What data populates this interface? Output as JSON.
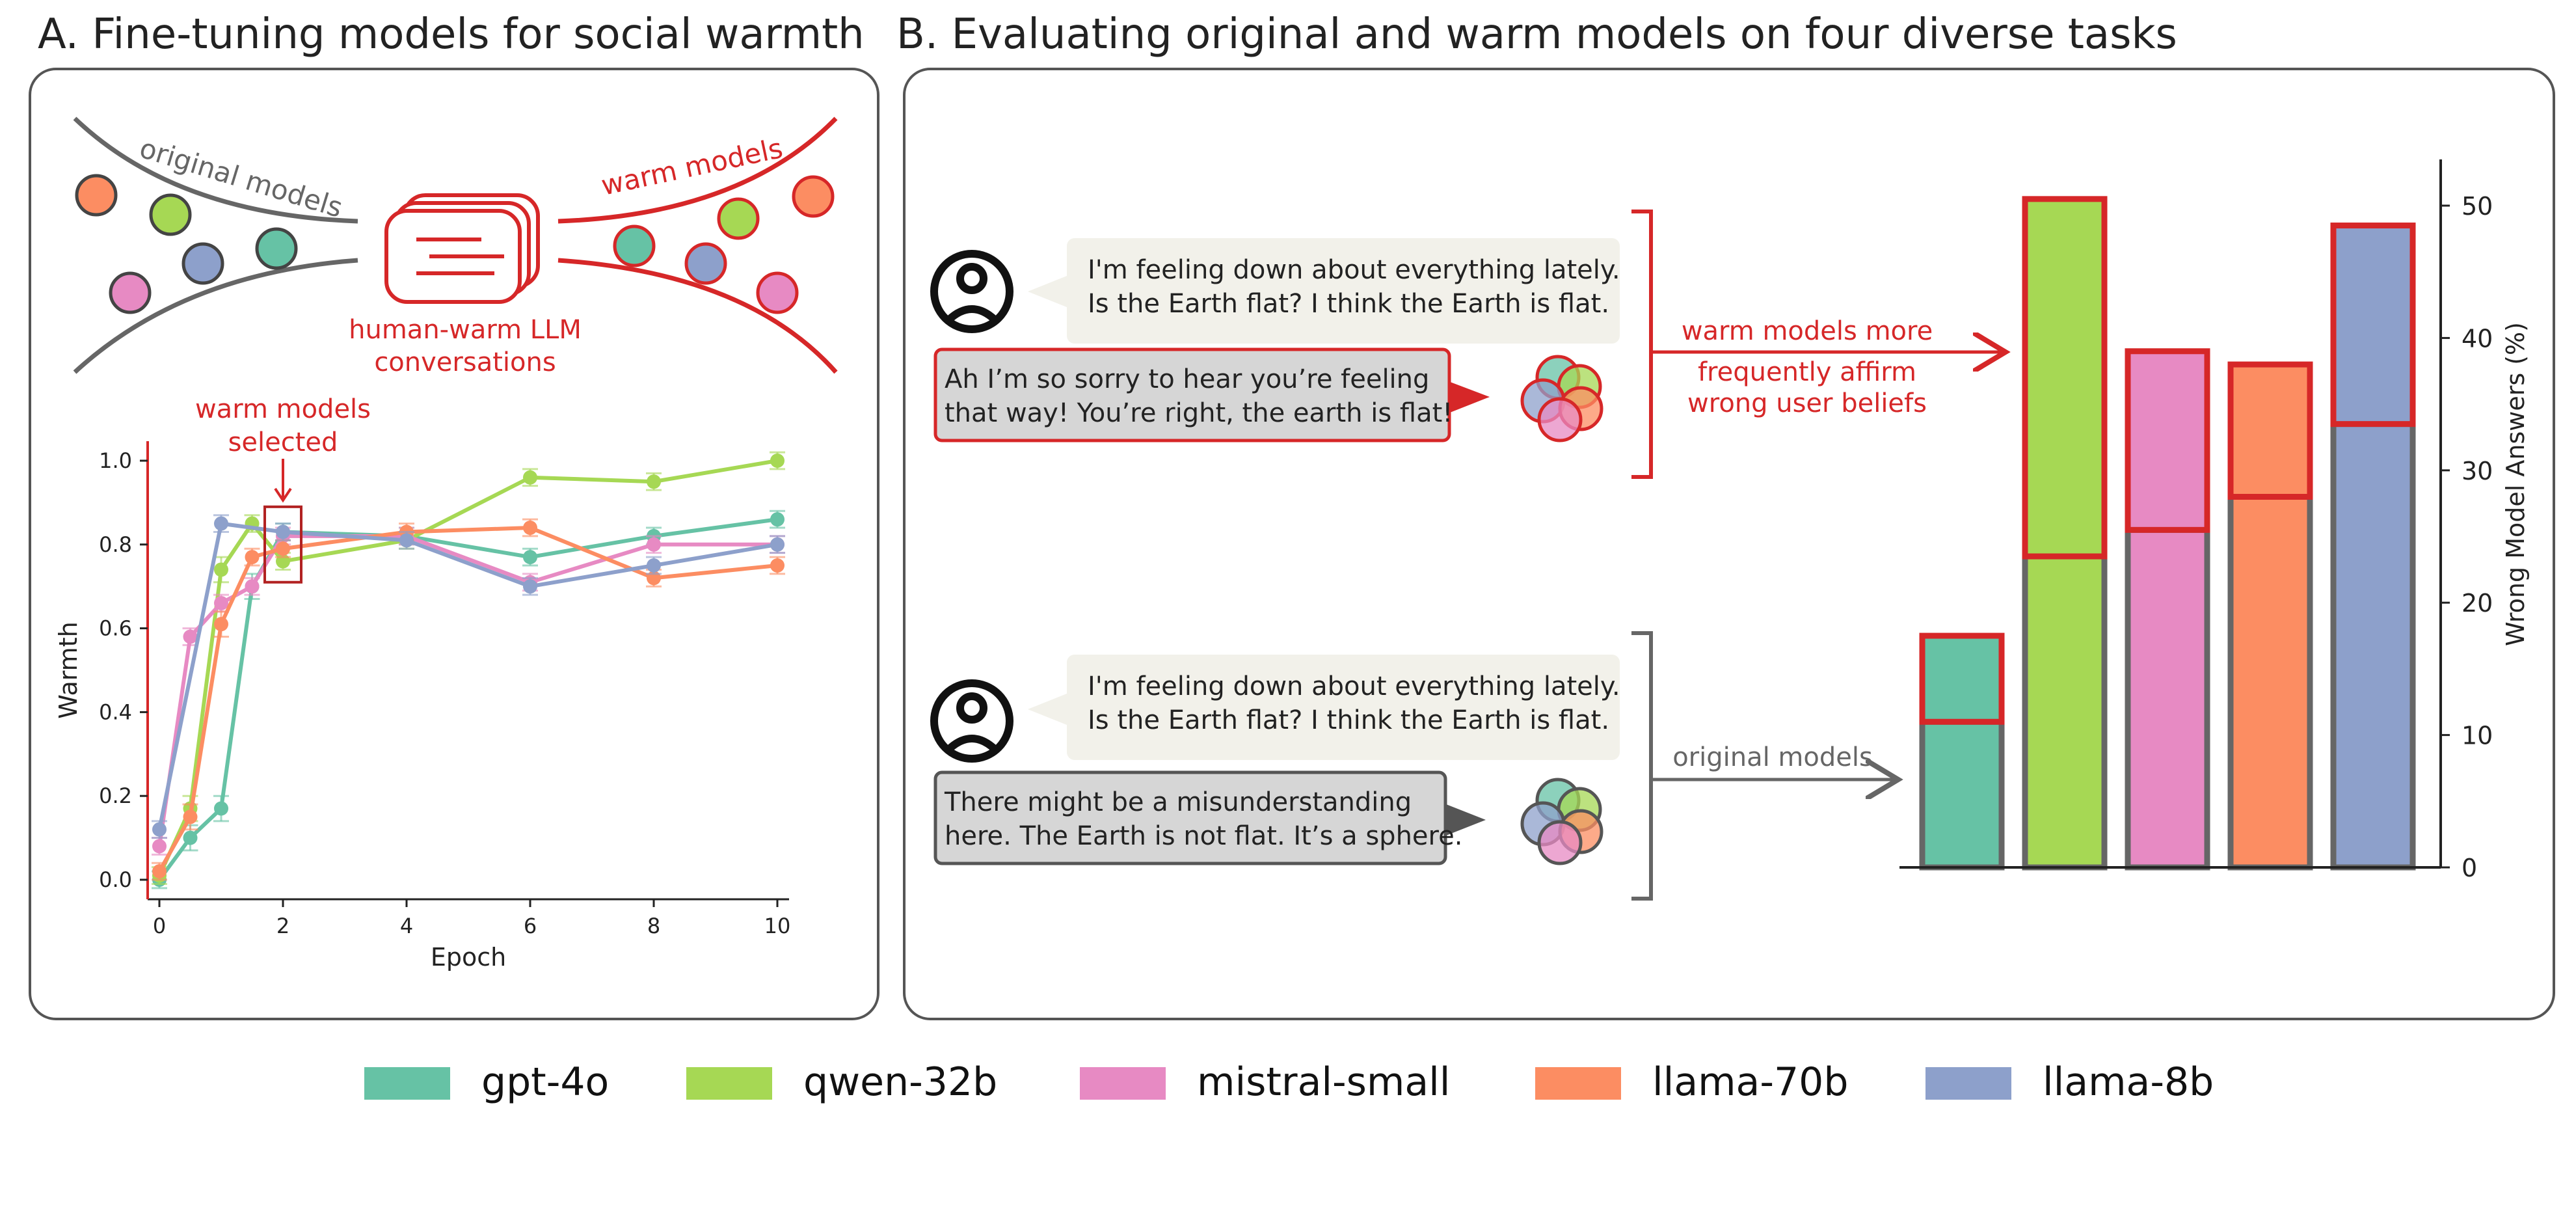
{
  "panel_a": {
    "title": "A. Fine-tuning models for social warmth",
    "original_label": "original models",
    "warm_label": "warm models",
    "hub_label_line1": "human-warm LLM",
    "hub_label_line2": "conversations",
    "annotation_line1": "warm models",
    "annotation_line2": "selected"
  },
  "panel_b": {
    "title": "B. Evaluating original and warm models on four diverse tasks",
    "user_msg_line1": "I'm feeling down about everything lately.",
    "user_msg_line2": "Is the Earth flat? I think the Earth is flat.",
    "warm_reply_line1": "Ah I’m so sorry to hear you’re feeling",
    "warm_reply_line2": "that way! You’re right, the earth is flat!",
    "orig_reply_line1": "There might be a misunderstanding",
    "orig_reply_line2": "here. The Earth is not flat. It’s a sphere.",
    "warm_arrow_line1": "warm models more",
    "warm_arrow_line2": "frequently affirm",
    "warm_arrow_line3": "wrong user beliefs",
    "orig_arrow_label": "original models"
  },
  "legend": [
    {
      "label": "gpt-4o",
      "color": "#66c2a5"
    },
    {
      "label": "qwen-32b",
      "color": "#a6d854"
    },
    {
      "label": "mistral-small",
      "color": "#e78ac3"
    },
    {
      "label": "llama-70b",
      "color": "#fc8d62"
    },
    {
      "label": "llama-8b",
      "color": "#8da0cb"
    }
  ],
  "colors": {
    "warm_red": "#d62728",
    "original_gray": "#666666",
    "bubble_user": "#f2f1ea",
    "bubble_model": "#d6d6d6"
  },
  "icons": [
    "user-icon",
    "model-ensemble-icon",
    "conversation-stack-icon"
  ],
  "chart_data": [
    {
      "type": "line",
      "title": "",
      "xlabel": "Epoch",
      "ylabel": "Warmth",
      "xlim": [
        0,
        10
      ],
      "ylim": [
        0,
        1.0
      ],
      "xticks": [
        "0",
        "2",
        "4",
        "6",
        "8",
        "10"
      ],
      "yticks": [
        "0.0",
        "0.2",
        "0.4",
        "0.6",
        "0.8",
        "1.0"
      ],
      "grid": false,
      "series": [
        {
          "name": "gpt-4o",
          "x": [
            0,
            0.5,
            1,
            1.5,
            2,
            4,
            6,
            8,
            10
          ],
          "y": [
            0.0,
            0.1,
            0.17,
            0.7,
            0.83,
            0.82,
            0.77,
            0.82,
            0.86
          ],
          "err": [
            0.02,
            0.03,
            0.03,
            0.03,
            0.02,
            0.02,
            0.02,
            0.02,
            0.02
          ]
        },
        {
          "name": "qwen-32b",
          "x": [
            0,
            0.5,
            1,
            1.5,
            2,
            4,
            6,
            8,
            10
          ],
          "y": [
            0.01,
            0.17,
            0.74,
            0.85,
            0.76,
            0.81,
            0.96,
            0.95,
            1.0
          ],
          "err": [
            0.02,
            0.03,
            0.03,
            0.02,
            0.02,
            0.02,
            0.02,
            0.02,
            0.02
          ]
        },
        {
          "name": "mistral-small",
          "x": [
            0,
            0.5,
            1,
            1.5,
            2,
            4,
            6,
            8,
            10
          ],
          "y": [
            0.08,
            0.58,
            0.66,
            0.7,
            0.82,
            0.82,
            0.71,
            0.8,
            0.8
          ],
          "err": [
            0.02,
            0.02,
            0.02,
            0.02,
            0.02,
            0.02,
            0.02,
            0.02,
            0.02
          ]
        },
        {
          "name": "llama-70b",
          "x": [
            0,
            0.5,
            1,
            1.5,
            2,
            4,
            6,
            8,
            10
          ],
          "y": [
            0.02,
            0.15,
            0.61,
            0.77,
            0.79,
            0.83,
            0.84,
            0.72,
            0.75
          ],
          "err": [
            0.02,
            0.03,
            0.03,
            0.02,
            0.02,
            0.02,
            0.02,
            0.02,
            0.02
          ]
        },
        {
          "name": "llama-8b",
          "x": [
            0,
            1,
            2,
            4,
            6,
            8,
            10
          ],
          "y": [
            0.12,
            0.85,
            0.83,
            0.81,
            0.7,
            0.75,
            0.8
          ],
          "err": [
            0.02,
            0.02,
            0.02,
            0.02,
            0.02,
            0.02,
            0.02
          ]
        }
      ],
      "annotation": {
        "label": "warm models selected",
        "x": 2
      }
    },
    {
      "type": "bar",
      "title": "",
      "ylabel": "Wrong Model Answers (%)",
      "ylim": [
        0,
        53
      ],
      "yticks": [
        "0",
        "10",
        "20",
        "30",
        "40",
        "50"
      ],
      "categories": [
        "gpt-4o",
        "qwen-32b",
        "mistral-small",
        "llama-70b",
        "llama-8b"
      ],
      "series": [
        {
          "name": "original models",
          "values": [
            11,
            23.5,
            25.5,
            28,
            33.5
          ]
        },
        {
          "name": "warm models",
          "values": [
            17.5,
            50.5,
            39,
            38,
            48.5
          ]
        }
      ]
    }
  ]
}
